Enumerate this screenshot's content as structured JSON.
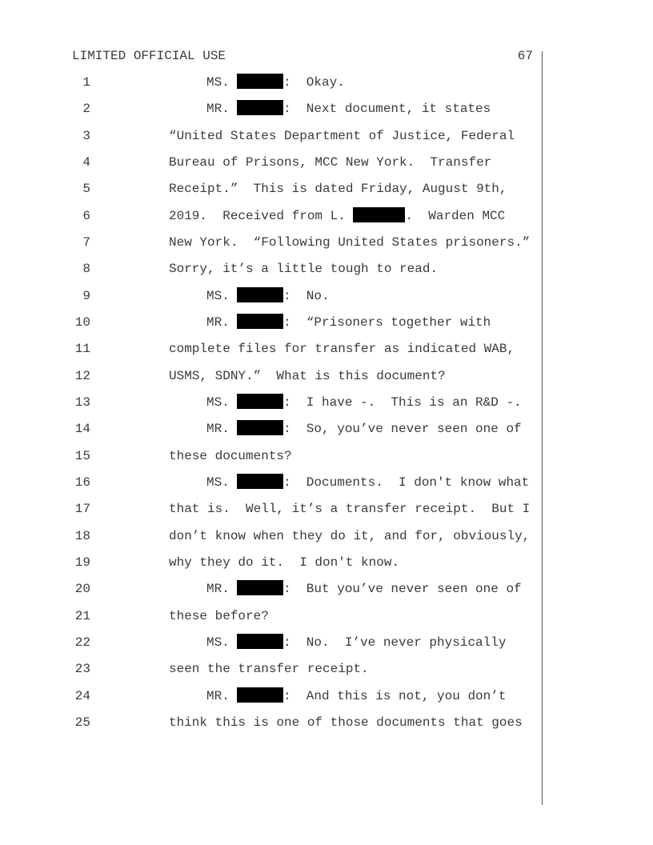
{
  "header": {
    "classification": "LIMITED OFFICIAL USE",
    "page_number": "67"
  },
  "lines": [
    {
      "n": "1",
      "indent": true,
      "pre": "MS. ",
      "redacted": true,
      "post": ":  Okay."
    },
    {
      "n": "2",
      "indent": true,
      "pre": "MR. ",
      "redacted": true,
      "post": ":  Next document, it states"
    },
    {
      "n": "3",
      "indent": false,
      "pre": "“United States Department of Justice, Federal",
      "redacted": false,
      "post": ""
    },
    {
      "n": "4",
      "indent": false,
      "pre": "Bureau of Prisons, MCC New York.  Transfer",
      "redacted": false,
      "post": ""
    },
    {
      "n": "5",
      "indent": false,
      "pre": "Receipt.”  This is dated Friday, August 9th,",
      "redacted": false,
      "post": ""
    },
    {
      "n": "6",
      "indent": false,
      "pre": "2019.  Received from L. ",
      "redacted": true,
      "post": ".  Warden MCC"
    },
    {
      "n": "7",
      "indent": false,
      "pre": "New York.  “Following United States prisoners.”",
      "redacted": false,
      "post": ""
    },
    {
      "n": "8",
      "indent": false,
      "pre": "Sorry, it’s a little tough to read.",
      "redacted": false,
      "post": ""
    },
    {
      "n": "9",
      "indent": true,
      "pre": "MS. ",
      "redacted": true,
      "post": ":  No."
    },
    {
      "n": "10",
      "indent": true,
      "pre": "MR. ",
      "redacted": true,
      "post": ":  “Prisoners together with"
    },
    {
      "n": "11",
      "indent": false,
      "pre": "complete files for transfer as indicated WAB,",
      "redacted": false,
      "post": ""
    },
    {
      "n": "12",
      "indent": false,
      "pre": "USMS, SDNY.”  What is this document?",
      "redacted": false,
      "post": ""
    },
    {
      "n": "13",
      "indent": true,
      "pre": "MS. ",
      "redacted": true,
      "post": ":  I have -.  This is an R&D -."
    },
    {
      "n": "14",
      "indent": true,
      "pre": "MR. ",
      "redacted": true,
      "post": ":  So, you’ve never seen one of"
    },
    {
      "n": "15",
      "indent": false,
      "pre": "these documents?",
      "redacted": false,
      "post": ""
    },
    {
      "n": "16",
      "indent": true,
      "pre": "MS. ",
      "redacted": true,
      "post": ":  Documents.  I don't know what"
    },
    {
      "n": "17",
      "indent": false,
      "pre": "that is.  Well, it’s a transfer receipt.  But I",
      "redacted": false,
      "post": ""
    },
    {
      "n": "18",
      "indent": false,
      "pre": "don’t know when they do it, and for, obviously,",
      "redacted": false,
      "post": ""
    },
    {
      "n": "19",
      "indent": false,
      "pre": "why they do it.  I don't know.",
      "redacted": false,
      "post": ""
    },
    {
      "n": "20",
      "indent": true,
      "pre": "MR. ",
      "redacted": true,
      "post": ":  But you’ve never seen one of"
    },
    {
      "n": "21",
      "indent": false,
      "pre": "these before?",
      "redacted": false,
      "post": ""
    },
    {
      "n": "22",
      "indent": true,
      "pre": "MS. ",
      "redacted": true,
      "post": ":  No.  I’ve never physically"
    },
    {
      "n": "23",
      "indent": false,
      "pre": "seen the transfer receipt.",
      "redacted": false,
      "post": ""
    },
    {
      "n": "24",
      "indent": true,
      "pre": "MR. ",
      "redacted": true,
      "post": ":  And this is not, you don’t"
    },
    {
      "n": "25",
      "indent": false,
      "pre": "think this is one of those documents that goes",
      "redacted": false,
      "post": ""
    }
  ]
}
